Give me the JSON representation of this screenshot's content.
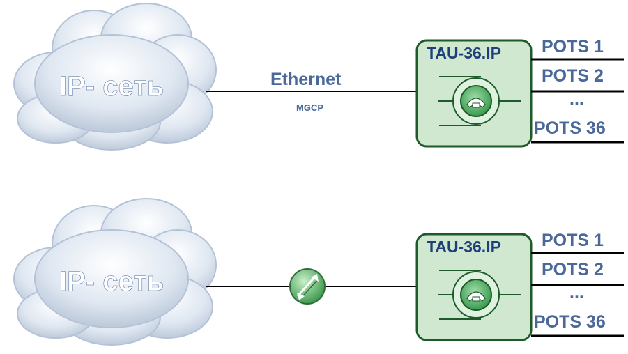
{
  "colors": {
    "label_blue": "#4a6899",
    "device_fill": "#cfe8cf",
    "device_stroke": "#1e5a2a",
    "cloud_fill": "#d8e2ee",
    "cloud_stroke": "#b8c6d8",
    "line": "#000000"
  },
  "top": {
    "cloud_label": "IP- сеть",
    "link_label": "Ethernet",
    "protocol_label": "MGCP",
    "device_label": "TAU-36.IP",
    "ports": [
      "POTS 1",
      "POTS 2",
      "...",
      "POTS 36"
    ]
  },
  "bottom": {
    "cloud_label": "IP- сеть",
    "device_label": "TAU-36.IP",
    "ports": [
      "POTS 1",
      "POTS 2",
      "...",
      "POTS 36"
    ],
    "router_icon": "router-icon"
  },
  "icons": {
    "phone": "phone-icon",
    "router": "router-icon",
    "cloud": "cloud-icon"
  }
}
